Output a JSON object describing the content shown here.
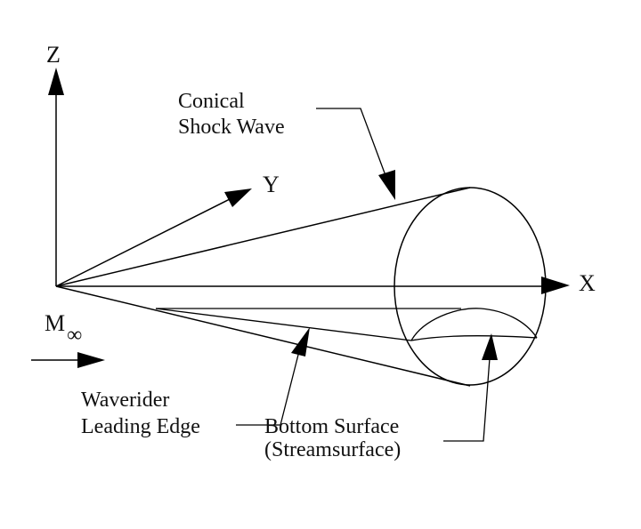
{
  "axes": {
    "z_label": "Z",
    "y_label": "Y",
    "x_label": "X"
  },
  "freestream": {
    "symbol": "M",
    "subscript": "∞"
  },
  "labels": {
    "conical_shock_line1": "Conical",
    "conical_shock_line2": "Shock Wave",
    "leading_edge_line1": "Waverider",
    "leading_edge_line2": "Leading Edge",
    "bottom_surface_line1": "Bottom Surface",
    "bottom_surface_line2": "(Streamsurface)"
  },
  "colors": {
    "ink": "#000000",
    "background": "#ffffff"
  }
}
